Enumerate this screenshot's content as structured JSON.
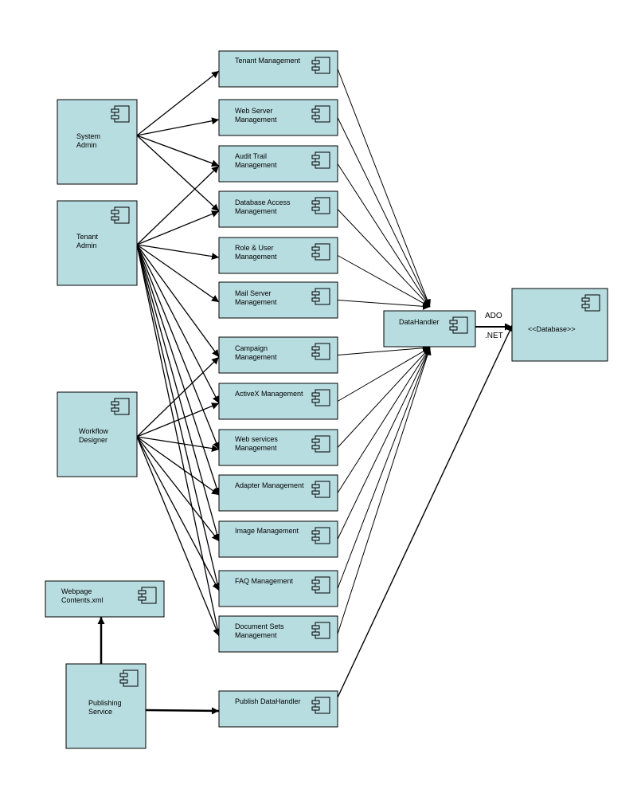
{
  "diagram": {
    "actors": [
      {
        "id": "system-admin",
        "label": [
          "System",
          "Admin"
        ]
      },
      {
        "id": "tenant-admin",
        "label": [
          "Tenant",
          "Admin"
        ]
      },
      {
        "id": "workflow-designer",
        "label": [
          "Workflow",
          "Designer"
        ]
      },
      {
        "id": "publishing-service",
        "label": [
          "Publishing",
          "Service"
        ]
      }
    ],
    "modules": [
      {
        "id": "tenant-management",
        "label": [
          "Tenant Management"
        ]
      },
      {
        "id": "web-server-management",
        "label": [
          "Web Server",
          "Management"
        ]
      },
      {
        "id": "audit-trail-management",
        "label": [
          "Audit Trail",
          "Management"
        ]
      },
      {
        "id": "database-access-management",
        "label": [
          "Database Access",
          "Management"
        ]
      },
      {
        "id": "role-user-management",
        "label": [
          "Role & User",
          "Management"
        ]
      },
      {
        "id": "mail-server-management",
        "label": [
          "Mail Server",
          "Management"
        ]
      },
      {
        "id": "campaign-management",
        "label": [
          "Campaign",
          "Management"
        ]
      },
      {
        "id": "activex-management",
        "label": [
          "ActiveX Management"
        ]
      },
      {
        "id": "web-services-management",
        "label": [
          "Web services",
          "Management"
        ]
      },
      {
        "id": "adapter-management",
        "label": [
          "Adapter Management"
        ]
      },
      {
        "id": "image-management",
        "label": [
          "Image Management"
        ]
      },
      {
        "id": "faq-management",
        "label": [
          "FAQ Management"
        ]
      },
      {
        "id": "document-sets-management",
        "label": [
          "Document Sets",
          "Management"
        ]
      },
      {
        "id": "publish-datahandler",
        "label": [
          "Publish DataHandler"
        ]
      }
    ],
    "others": [
      {
        "id": "webpage-contents",
        "label": [
          "Webpage",
          "Contents.xml"
        ]
      },
      {
        "id": "datahandler",
        "label": [
          "DataHandler"
        ]
      },
      {
        "id": "database",
        "label": [
          "<<Database>>"
        ]
      }
    ],
    "connector_labels": {
      "ado": "ADO",
      "net": ".NET"
    },
    "edges": [
      [
        "system-admin",
        "tenant-management"
      ],
      [
        "system-admin",
        "web-server-management"
      ],
      [
        "system-admin",
        "audit-trail-management"
      ],
      [
        "system-admin",
        "database-access-management"
      ],
      [
        "tenant-admin",
        "audit-trail-management"
      ],
      [
        "tenant-admin",
        "database-access-management"
      ],
      [
        "tenant-admin",
        "role-user-management"
      ],
      [
        "tenant-admin",
        "mail-server-management"
      ],
      [
        "tenant-admin",
        "campaign-management"
      ],
      [
        "tenant-admin",
        "activex-management"
      ],
      [
        "tenant-admin",
        "web-services-management"
      ],
      [
        "tenant-admin",
        "adapter-management"
      ],
      [
        "tenant-admin",
        "image-management"
      ],
      [
        "tenant-admin",
        "faq-management"
      ],
      [
        "tenant-admin",
        "document-sets-management"
      ],
      [
        "workflow-designer",
        "campaign-management"
      ],
      [
        "workflow-designer",
        "activex-management"
      ],
      [
        "workflow-designer",
        "web-services-management"
      ],
      [
        "workflow-designer",
        "adapter-management"
      ],
      [
        "workflow-designer",
        "image-management"
      ],
      [
        "workflow-designer",
        "faq-management"
      ],
      [
        "workflow-designer",
        "document-sets-management"
      ],
      [
        "publishing-service",
        "webpage-contents"
      ],
      [
        "publishing-service",
        "publish-datahandler"
      ],
      [
        "tenant-management",
        "datahandler"
      ],
      [
        "web-server-management",
        "datahandler"
      ],
      [
        "audit-trail-management",
        "datahandler"
      ],
      [
        "database-access-management",
        "datahandler"
      ],
      [
        "role-user-management",
        "datahandler"
      ],
      [
        "mail-server-management",
        "datahandler"
      ],
      [
        "campaign-management",
        "datahandler"
      ],
      [
        "activex-management",
        "datahandler"
      ],
      [
        "web-services-management",
        "datahandler"
      ],
      [
        "adapter-management",
        "datahandler"
      ],
      [
        "image-management",
        "datahandler"
      ],
      [
        "faq-management",
        "datahandler"
      ],
      [
        "document-sets-management",
        "datahandler"
      ],
      [
        "publish-datahandler",
        "database"
      ],
      [
        "datahandler",
        "database"
      ]
    ]
  }
}
